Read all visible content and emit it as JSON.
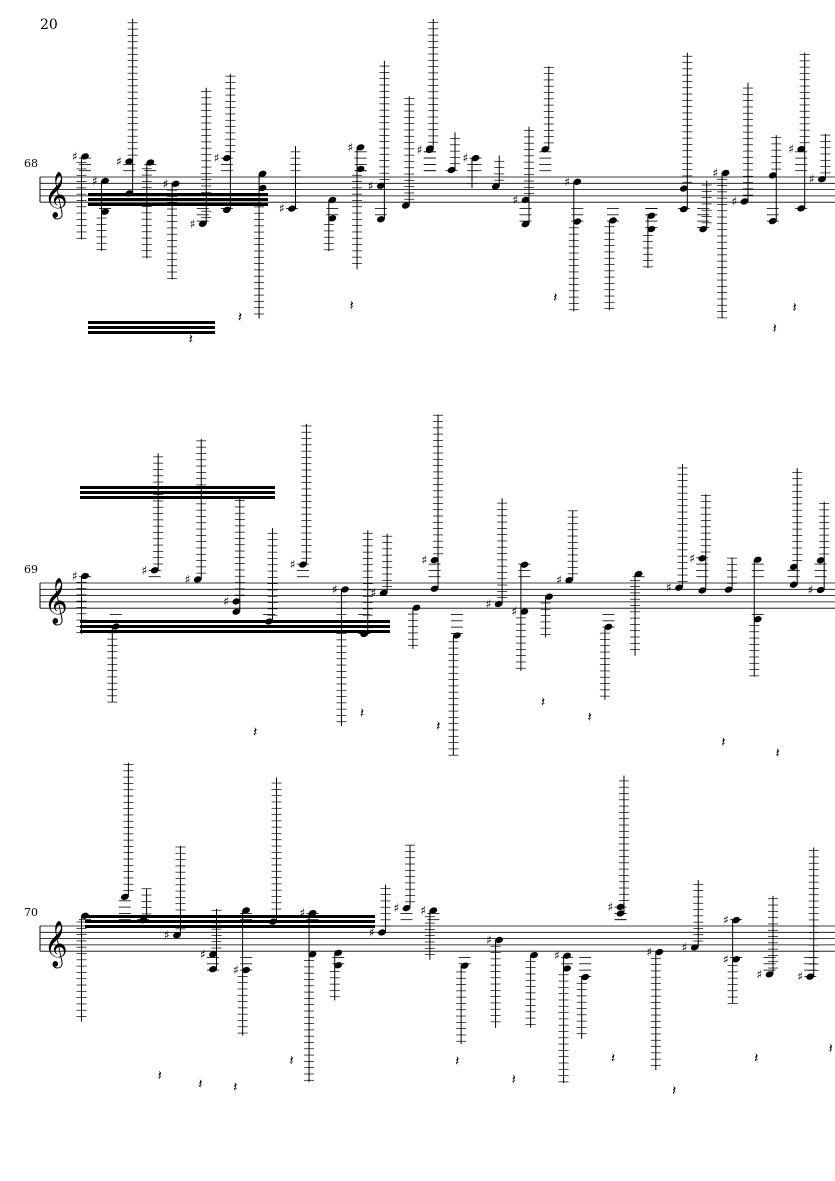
{
  "page_number": "20",
  "systems": [
    {
      "measure_number": "68"
    },
    {
      "measure_number": "69"
    },
    {
      "measure_number": "70"
    }
  ]
}
